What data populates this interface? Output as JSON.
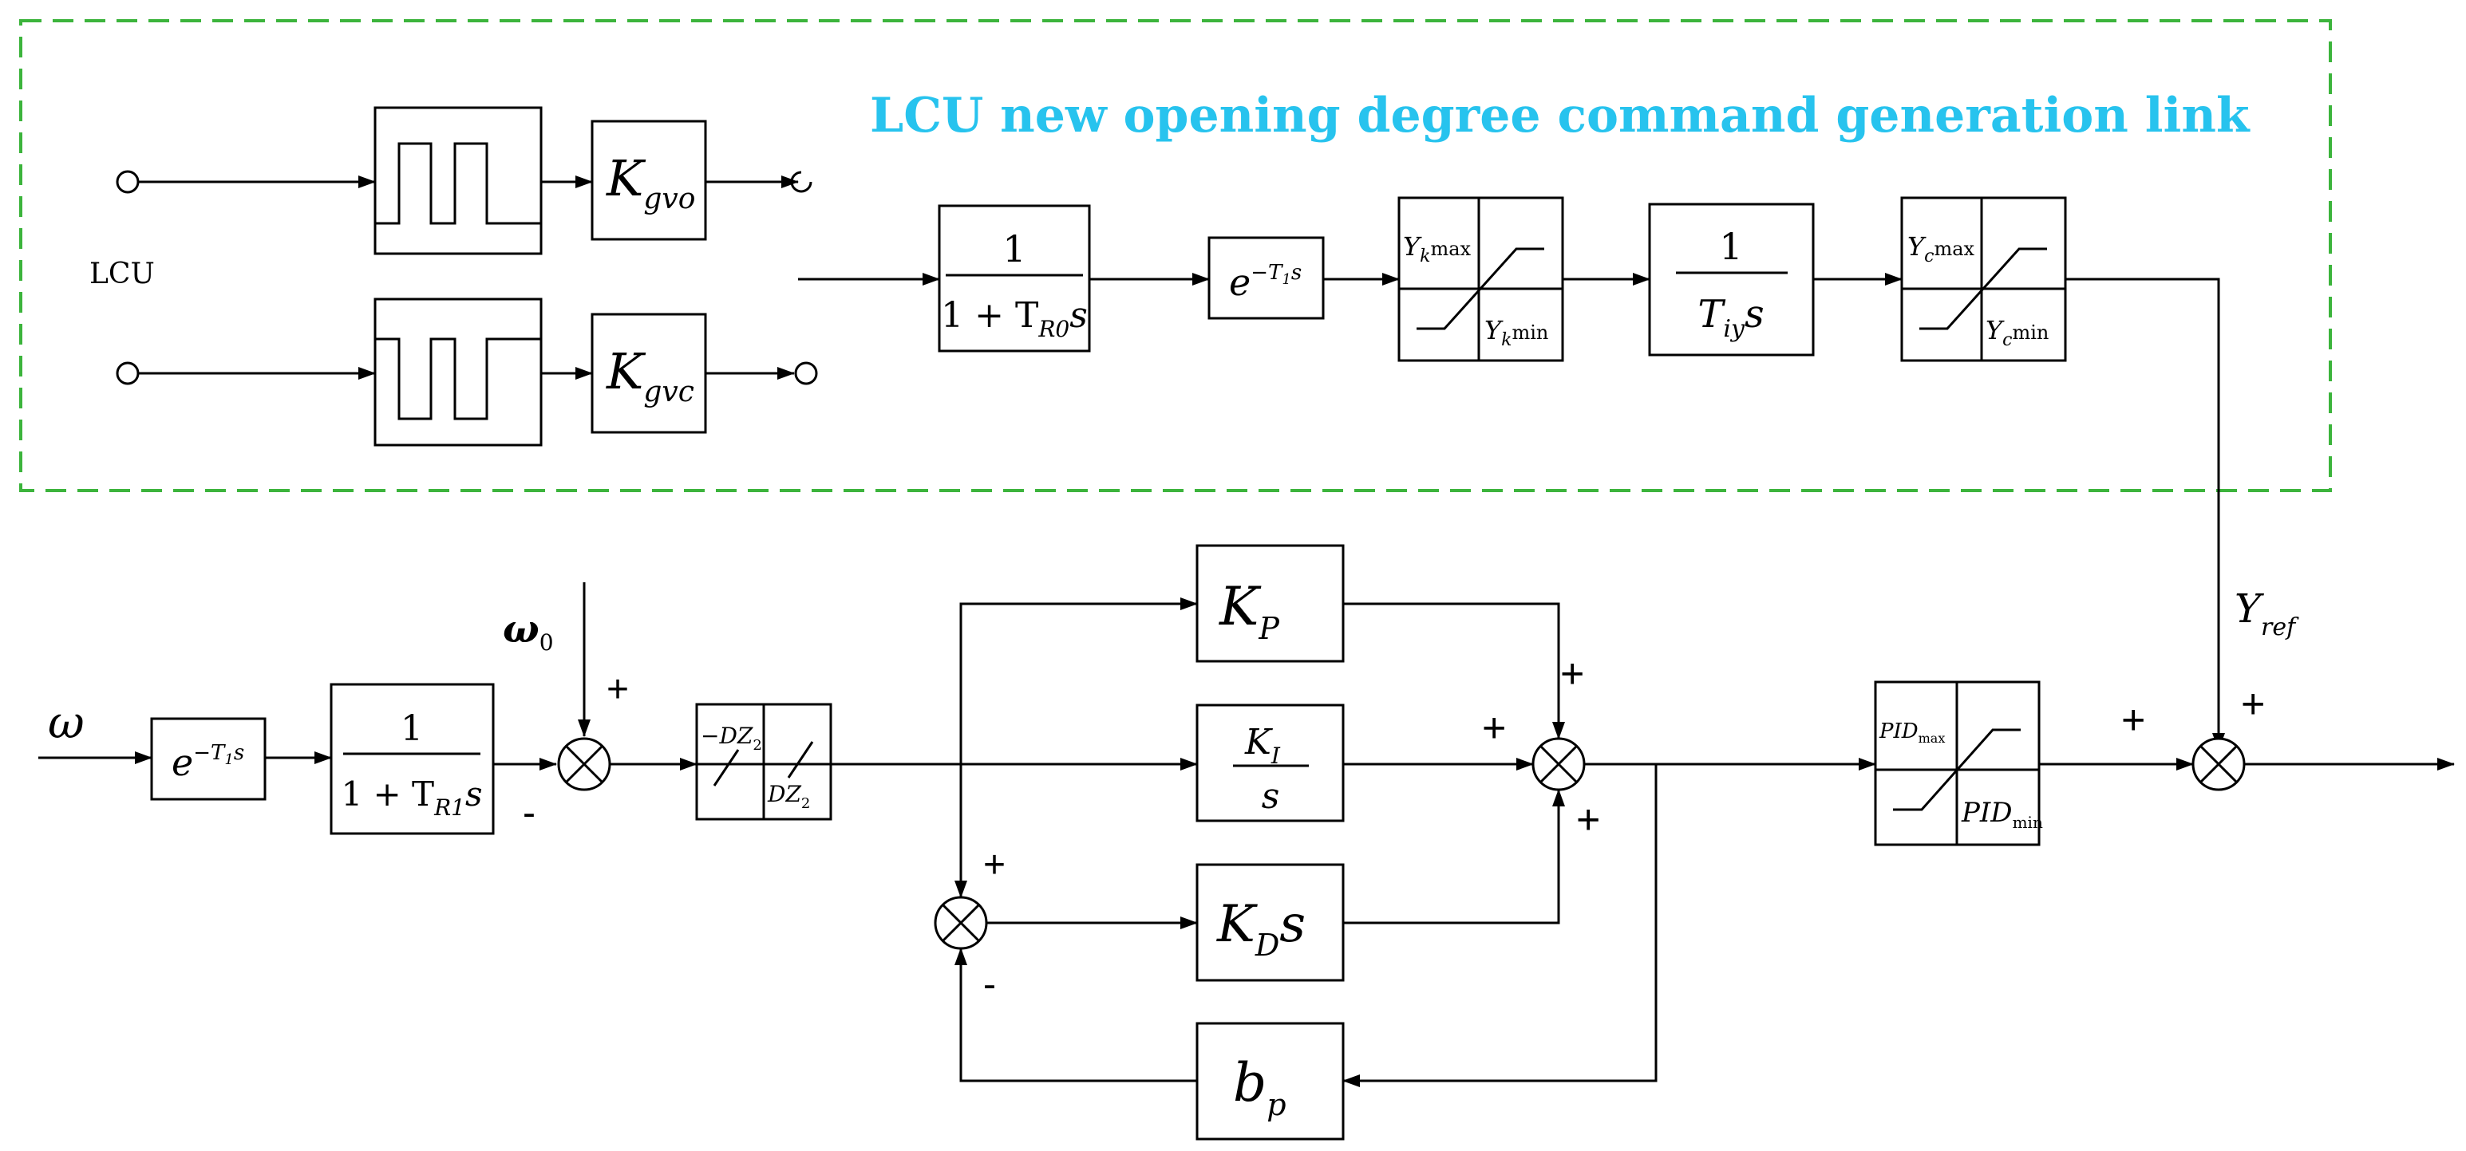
{
  "colors": {
    "region_border": "#3cb43c",
    "title": "#27c3ee",
    "line": "#000000"
  },
  "region": {
    "title": "LCU new opening degree command generation link"
  },
  "lcu": {
    "label": "LCU",
    "gain_open": {
      "base": "K",
      "sub": "gvo"
    },
    "gain_close": {
      "base": "K",
      "sub": "gvc"
    }
  },
  "command_path": {
    "filter": {
      "num": "1",
      "den_pre": "1 + T",
      "den_sub": "R0",
      "den_post": "s"
    },
    "delay": {
      "base": "e",
      "exp": "−T",
      "exp_sub": "1",
      "exp_post": "s"
    },
    "rate_limit": {
      "max_base": "Y",
      "max_sub": "k",
      "max_tail": "max",
      "min_base": "Y",
      "min_sub": "k",
      "min_tail": "min"
    },
    "integrator": {
      "num": "1",
      "den": "T",
      "den_sub": "iy",
      "den_post": "s"
    },
    "output_limit": {
      "max_base": "Y",
      "max_sub": "c",
      "max_tail": "max",
      "min_base": "Y",
      "min_sub": "c",
      "min_tail": "min"
    }
  },
  "speed_path": {
    "input": "ω",
    "delay": {
      "base": "e",
      "exp": "−T",
      "exp_sub": "1",
      "exp_post": "s"
    },
    "filter": {
      "num": "1",
      "den_pre": "1 + T",
      "den_sub": "R1",
      "den_post": "s"
    },
    "reference": {
      "base": "ω",
      "sub": "0"
    },
    "deadzone": {
      "neg": "−DZ",
      "neg_sub": "2",
      "pos": "DZ",
      "pos_sub": "2"
    }
  },
  "pid": {
    "kp": {
      "base": "K",
      "sub": "P"
    },
    "ki": {
      "num_base": "K",
      "num_sub": "I",
      "den": "s"
    },
    "kd": {
      "base": "K",
      "sub": "D",
      "post": "s"
    },
    "bp": {
      "base": "b",
      "sub": "p"
    },
    "limit": {
      "max_base": "PID",
      "max_sub": "max",
      "min_base": "PID",
      "min_sub": "min"
    }
  },
  "output": {
    "yref": {
      "base": "Y",
      "sub": "ref"
    }
  },
  "signs": {
    "plus": "+",
    "minus": "-"
  }
}
